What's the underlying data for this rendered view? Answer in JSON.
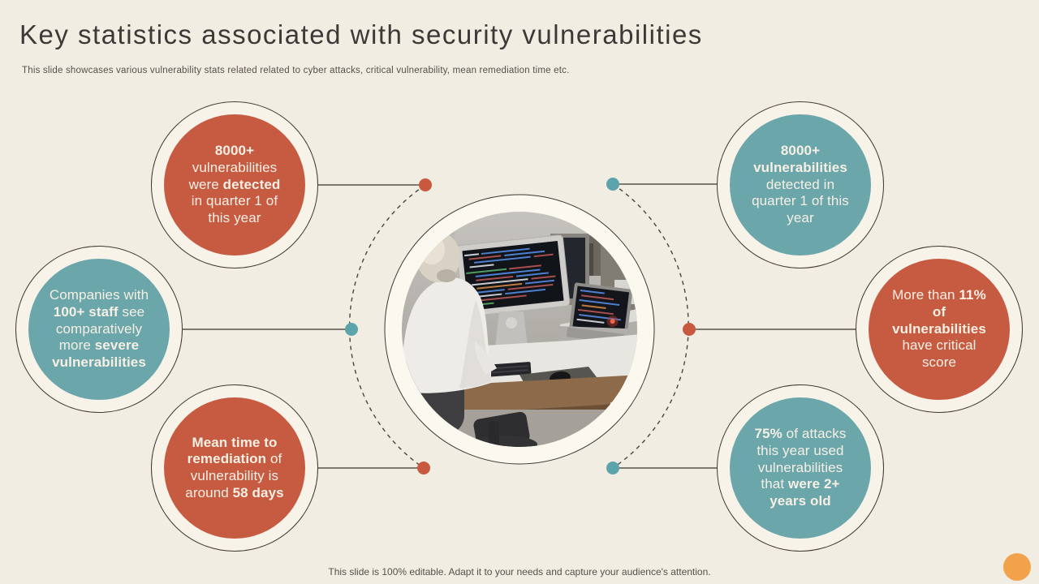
{
  "slide": {
    "title": "Key statistics associated with security vulnerabilities",
    "subtitle": "This slide showcases various vulnerability stats related related to cyber attacks, critical vulnerability, mean remediation time etc.",
    "footer": "This slide is 100% editable. Adapt it to your needs and capture your audience's attention."
  },
  "colors": {
    "background": "#F2EDE2",
    "orange": "#C75B42",
    "teal": "#6BA6AB",
    "bubble_ring_fill": "#F7F3E9",
    "ring_border": "#3E3831",
    "connector_line": "#56514A",
    "dot_orange": "#C8593F",
    "dot_teal": "#5CA3AC",
    "bubble_text": "#F6F0E4",
    "accent_circle": "#F2A24B"
  },
  "center_image": {
    "name": "developer-coding-at-desk-photo",
    "description": "person with white hair seated at desk facing monitors with code"
  },
  "bubbles": [
    {
      "id": "top-left",
      "variant": "orange",
      "lines": [
        [
          {
            "t": "8000+",
            "b": true
          }
        ],
        [
          {
            "t": "vulnerabilities",
            "b": false
          }
        ],
        [
          {
            "t": "were ",
            "b": false
          },
          {
            "t": "detected",
            "b": true
          }
        ],
        [
          {
            "t": "in quarter 1 of",
            "b": false
          }
        ],
        [
          {
            "t": "this year",
            "b": false
          }
        ]
      ]
    },
    {
      "id": "left",
      "variant": "teal",
      "lines": [
        [
          {
            "t": "Companies with",
            "b": false
          }
        ],
        [
          {
            "t": "100+ staff",
            "b": true
          },
          {
            "t": " see",
            "b": false
          }
        ],
        [
          {
            "t": "comparatively",
            "b": false
          }
        ],
        [
          {
            "t": "more ",
            "b": false
          },
          {
            "t": "severe",
            "b": true
          }
        ],
        [
          {
            "t": "vulnerabilities",
            "b": true
          }
        ]
      ]
    },
    {
      "id": "bottom-left",
      "variant": "orange",
      "lines": [
        [
          {
            "t": "Mean time to",
            "b": true
          }
        ],
        [
          {
            "t": "remediation",
            "b": true
          },
          {
            "t": " of",
            "b": false
          }
        ],
        [
          {
            "t": "vulnerability is",
            "b": false
          }
        ],
        [
          {
            "t": "around ",
            "b": false
          },
          {
            "t": "58 days",
            "b": true
          }
        ]
      ]
    },
    {
      "id": "top-right",
      "variant": "teal",
      "lines": [
        [
          {
            "t": "8000+",
            "b": true
          }
        ],
        [
          {
            "t": "vulnerabilities",
            "b": true
          }
        ],
        [
          {
            "t": "detected in",
            "b": false
          }
        ],
        [
          {
            "t": "quarter 1 of this",
            "b": false
          }
        ],
        [
          {
            "t": "year",
            "b": false
          }
        ]
      ]
    },
    {
      "id": "right",
      "variant": "orange",
      "lines": [
        [
          {
            "t": "More than ",
            "b": false
          },
          {
            "t": "11%",
            "b": true
          }
        ],
        [
          {
            "t": "of",
            "b": true
          }
        ],
        [
          {
            "t": "vulnerabilities",
            "b": true
          }
        ],
        [
          {
            "t": "have critical",
            "b": false
          }
        ],
        [
          {
            "t": "score",
            "b": false
          }
        ]
      ]
    },
    {
      "id": "bottom-right",
      "variant": "teal",
      "lines": [
        [
          {
            "t": "75%",
            "b": true
          },
          {
            "t": " of attacks",
            "b": false
          }
        ],
        [
          {
            "t": "this year used",
            "b": false
          }
        ],
        [
          {
            "t": "vulnerabilities",
            "b": false
          }
        ],
        [
          {
            "t": "that ",
            "b": false
          },
          {
            "t": "were 2+",
            "b": true
          }
        ],
        [
          {
            "t": "years old",
            "b": true
          }
        ]
      ]
    }
  ]
}
